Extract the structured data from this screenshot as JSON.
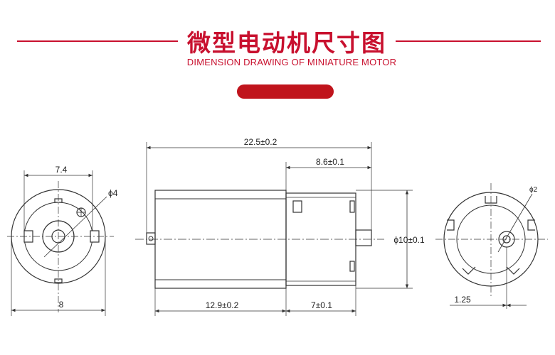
{
  "header": {
    "title": "微型电动机尺寸图",
    "subtitle": "DIMENSION DRAWING OF MINIATURE MOTOR"
  },
  "colors": {
    "accent": "#c8102e",
    "line": "#333333"
  },
  "front_view": {
    "width_top": "7.4",
    "hole_dia": "ϕ4",
    "width_bottom": "8"
  },
  "side_view": {
    "overall_length": "22.5±0.2",
    "endcap_length": "8.6±0.1",
    "diameter": "ϕ10±0.1",
    "body_length": "12.9±0.2",
    "rear_length": "7±0.1"
  },
  "rear_view": {
    "shaft_dia": "ϕ2",
    "offset": "1.25"
  }
}
